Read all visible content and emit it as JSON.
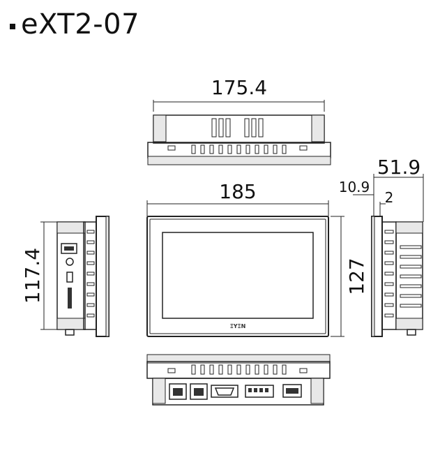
{
  "title": "eXT2-07",
  "front_logo": "ΞΥΞΝ",
  "dimensions": {
    "top_width": "175.4",
    "front_width": "185",
    "front_height": "127",
    "left_height": "117.4",
    "side_depth": "51.9",
    "side_offset": "10.9",
    "side_bezel": "2"
  }
}
